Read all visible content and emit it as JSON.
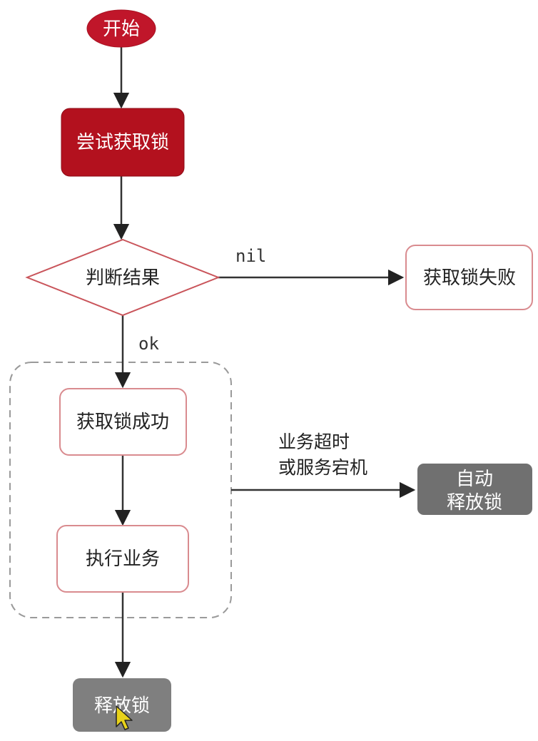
{
  "nodes": {
    "start": "开始",
    "try_lock": "尝试获取锁",
    "check_result": "判断结果",
    "lock_failed": "获取锁失败",
    "lock_success": "获取锁成功",
    "execute_business": "执行业务",
    "auto_release_line1": "自动",
    "auto_release_line2": "释放锁",
    "release_lock": "释放锁"
  },
  "edges": {
    "nil_label": "nil",
    "ok_label": "ok",
    "timeout_line1": "业务超时",
    "timeout_line2": "或服务宕机"
  },
  "colors": {
    "start_fill": "#c0162a",
    "try_lock_fill": "#b3111e",
    "diamond_stroke": "#c9545a",
    "box_stroke": "#d98b8f",
    "gray_fill": "#707070",
    "release_fill": "#7f7f7f",
    "line": "#333333",
    "dashed": "#9a9a9a"
  }
}
